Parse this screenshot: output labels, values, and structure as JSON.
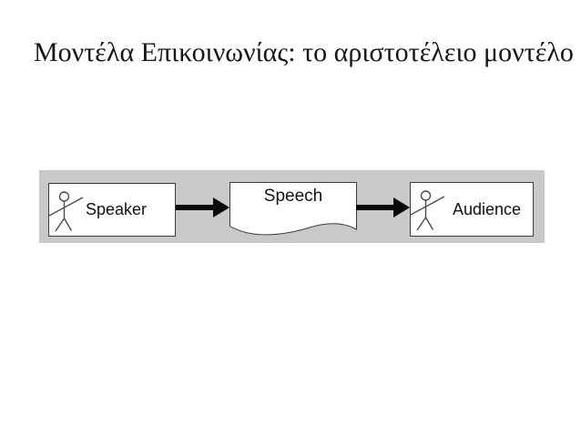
{
  "slide": {
    "title": "Μοντέλα Επικοινωνίας: το αριστοτέλειο μοντέλο",
    "background_color": "#ffffff",
    "title_color": "#161616"
  },
  "diagram": {
    "band_color": "#c9c9c9",
    "box_fill": "#ffffff",
    "box_border_color": "#3c3c3c",
    "arrow_color": "#0a0a0a",
    "figure_color": "#4a4a4a",
    "nodes": [
      {
        "id": "speaker",
        "label": "Speaker",
        "shape": "rectangle",
        "icon": "person-icon"
      },
      {
        "id": "speech",
        "label": "Speech",
        "shape": "document",
        "icon": null
      },
      {
        "id": "audience",
        "label": "Audience",
        "shape": "rectangle",
        "icon": "person-icon"
      }
    ],
    "connections": [
      {
        "from": "Speaker",
        "to": "Speech"
      },
      {
        "from": "Speech",
        "to": "Audience"
      }
    ]
  }
}
